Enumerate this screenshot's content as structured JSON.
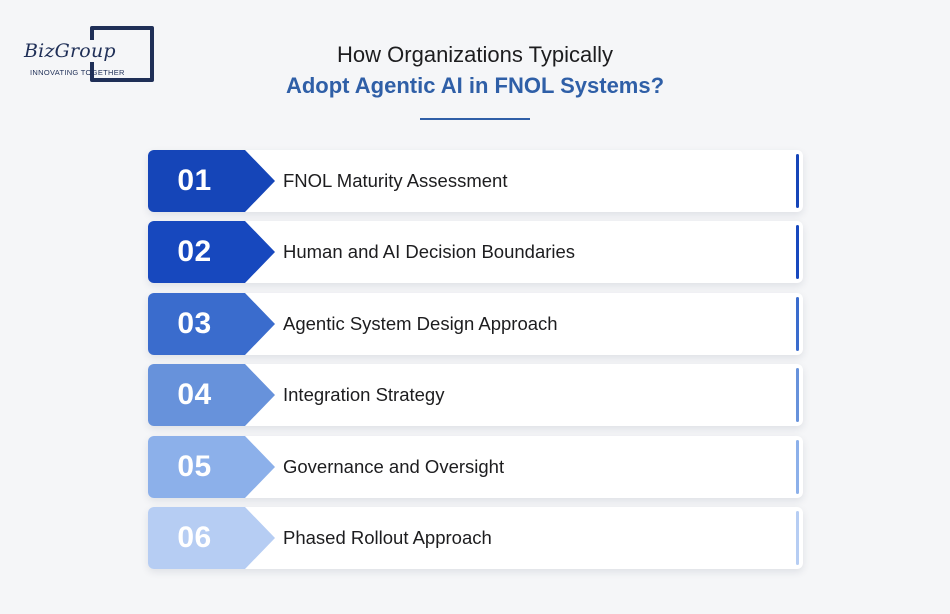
{
  "logo": {
    "name": "BizGroup",
    "tagline": "INNOVATING TOGETHER"
  },
  "title": {
    "line1": "How Organizations Typically",
    "line2": "Adopt Agentic AI in FNOL Systems?"
  },
  "colors": {
    "title_accent": "#2f5fa7",
    "step_fills": [
      "#1545b8",
      "#1748be",
      "#3a6ccd",
      "#6792db",
      "#8cb0ea",
      "#b6cdf3"
    ]
  },
  "steps": [
    {
      "number": "01",
      "label": "FNOL Maturity Assessment"
    },
    {
      "number": "02",
      "label": "Human and AI Decision Boundaries"
    },
    {
      "number": "03",
      "label": "Agentic System Design Approach"
    },
    {
      "number": "04",
      "label": "Integration Strategy"
    },
    {
      "number": "05",
      "label": "Governance and Oversight"
    },
    {
      "number": "06",
      "label": "Phased Rollout Approach"
    }
  ]
}
